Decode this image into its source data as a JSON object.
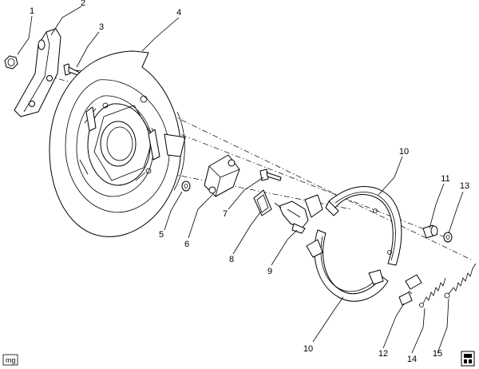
{
  "callouts": [
    {
      "id": "1",
      "label": "1"
    },
    {
      "id": "2",
      "label": "2"
    },
    {
      "id": "3",
      "label": "3"
    },
    {
      "id": "4",
      "label": "4"
    },
    {
      "id": "5",
      "label": "5"
    },
    {
      "id": "6",
      "label": "6"
    },
    {
      "id": "7",
      "label": "7"
    },
    {
      "id": "8",
      "label": "8"
    },
    {
      "id": "9",
      "label": "9"
    },
    {
      "id": "10a",
      "label": "10"
    },
    {
      "id": "10b",
      "label": "10"
    },
    {
      "id": "11",
      "label": "11"
    },
    {
      "id": "12",
      "label": "12"
    },
    {
      "id": "13",
      "label": "13"
    },
    {
      "id": "14",
      "label": "14"
    },
    {
      "id": "15",
      "label": "15"
    }
  ],
  "corner_badge": "mg",
  "colors": {
    "line": "#000000",
    "background": "#ffffff"
  }
}
